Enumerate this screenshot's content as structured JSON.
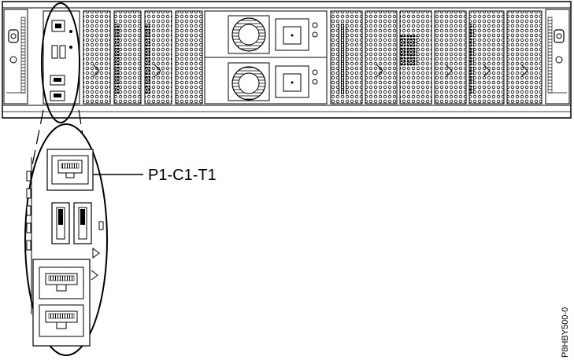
{
  "diagram": {
    "callout_label": "P1-C1-T1",
    "figure_id": "P8HBY500-0",
    "bays": {
      "left_pcie_slots": 4,
      "right_pcie_slots": 6,
      "power_supplies": 2,
      "fans": 2
    },
    "zoom_ports": {
      "rj45_top": 1,
      "usb": 2,
      "rj45_bottom": 2
    }
  }
}
